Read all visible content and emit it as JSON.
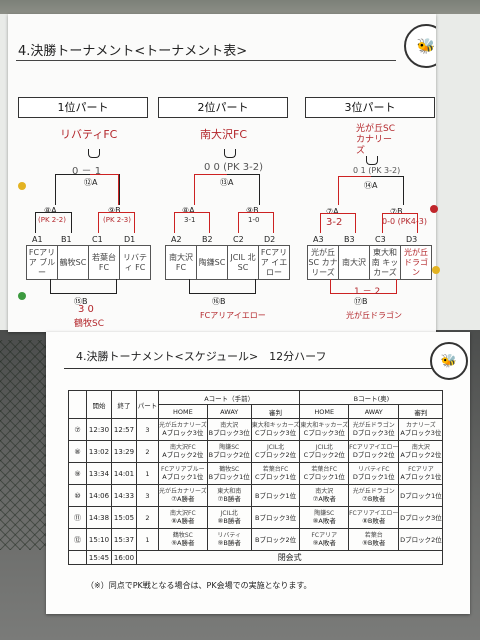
{
  "bracket_sheet": {
    "title": "4.決勝トーナメント<トーナメント表>",
    "parts": [
      {
        "label": "1位パート",
        "winner": "リバティFC",
        "final_score": "0 － 1",
        "final_match": "⑫A",
        "semi_left": {
          "match": "⑧A",
          "score": "(PK 2-2)"
        },
        "semi_right": {
          "match": "⑨B",
          "score": "(PK 2-3)"
        },
        "teams": [
          {
            "slot": "A1",
            "name": "FCアリア ブルー"
          },
          {
            "slot": "B1",
            "name": "鶴牧SC"
          },
          {
            "slot": "C1",
            "name": "若葉台FC"
          },
          {
            "slot": "D1",
            "name": "リバティ FC"
          }
        ],
        "third": {
          "match": "⑮B",
          "score": "3 0",
          "team": "鶴牧SC"
        }
      },
      {
        "label": "2位パート",
        "winner": "南大沢FC",
        "final_score": "0 0 (PK 3-2)",
        "final_match": "⑬A",
        "semi_left": {
          "match": "⑧A",
          "score": "3-1"
        },
        "semi_right": {
          "match": "⑨B",
          "score": "1-0"
        },
        "teams": [
          {
            "slot": "A2",
            "name": "南大沢 FC"
          },
          {
            "slot": "B2",
            "name": "陶鎌SC"
          },
          {
            "slot": "C2",
            "name": "JCIL 北SC"
          },
          {
            "slot": "D2",
            "name": "FCアリア イエロー"
          }
        ],
        "third": {
          "match": "⑯B",
          "score": "",
          "team": "FCアリアイエロー"
        }
      },
      {
        "label": "3位パート",
        "winner": "光が丘SC カナリーズ",
        "final_score": "0 1 (PK 3-2)",
        "final_match": "⑭A",
        "semi_left": {
          "match": "⑦A",
          "score": "3-2"
        },
        "semi_right": {
          "match": "⑦B",
          "score": "0-0 (PK4-3)"
        },
        "teams": [
          {
            "slot": "A3",
            "name": "光が丘SC カナリーズ"
          },
          {
            "slot": "B3",
            "name": "南大沢"
          },
          {
            "slot": "C3",
            "name": "東大和南 キッカーズ"
          },
          {
            "slot": "D3",
            "name": "光が丘 ドラゴン"
          }
        ],
        "third": {
          "match": "⑰B",
          "score": "1 － 2",
          "team": "光が丘ドラゴン"
        }
      }
    ]
  },
  "schedule_sheet": {
    "title": "4.決勝トーナメント<スケジュール>　12分ハーフ",
    "headers": {
      "start": "開始",
      "end": "終了",
      "part": "パート",
      "court_a": "Aコート（手前）",
      "court_b": "Bコート(奥)",
      "home": "HOME",
      "away": "AWAY",
      "referee": "審判"
    },
    "rows": [
      {
        "no": "⑦",
        "start": "12:30",
        "end": "12:57",
        "part": "3",
        "a_home": "Aブロック3位",
        "a_home_hw": "光が丘カナリーズ",
        "a_away": "Bブロック3位",
        "a_away_hw": "南大沢",
        "a_ref": "Cブロック3位",
        "a_ref_hw": "東大和キッカーズ",
        "b_home": "Cブロック3位",
        "b_home_hw": "東大和キッカーズ",
        "b_away": "Dブロック3位",
        "b_away_hw": "光が丘ドラゴン",
        "b_ref": "Aブロック3位",
        "b_ref_hw": "カナリーズ"
      },
      {
        "no": "⑧",
        "start": "13:02",
        "end": "13:29",
        "part": "2",
        "a_home": "Aブロック2位",
        "a_home_hw": "南大沢FC",
        "a_away": "Bブロック2位",
        "a_away_hw": "陶鎌SC",
        "a_ref": "Cブロック2位",
        "a_ref_hw": "JCIL北",
        "b_home": "Cブロック2位",
        "b_home_hw": "JCIL北",
        "b_away": "Dブロック2位",
        "b_away_hw": "FCアリアイエロー",
        "b_ref": "Aブロック2位",
        "b_ref_hw": "南大沢"
      },
      {
        "no": "⑨",
        "start": "13:34",
        "end": "14:01",
        "part": "1",
        "a_home": "Aブロック1位",
        "a_home_hw": "FCアリアブルー",
        "a_away": "Bブロック1位",
        "a_away_hw": "鶴牧SC",
        "a_ref": "Cブロック1位",
        "a_ref_hw": "若葉台FC",
        "b_home": "Cブロック1位",
        "b_home_hw": "若葉台FC",
        "b_away": "Dブロック1位",
        "b_away_hw": "リバティFC",
        "b_ref": "Aブロック1位",
        "b_ref_hw": "FCアリア"
      },
      {
        "no": "⑩",
        "start": "14:06",
        "end": "14:33",
        "part": "3",
        "a_home": "⑦A勝者",
        "a_home_hw": "光が丘カナリーズ",
        "a_away": "⑦B勝者",
        "a_away_hw": "東大和南",
        "a_ref": "Bブロック1位",
        "a_ref_hw": "",
        "b_home": "⑦A敗者",
        "b_home_hw": "南大沢",
        "b_away": "⑦B敗者",
        "b_away_hw": "光が丘ドラゴン",
        "b_ref": "Dブロック1位",
        "b_ref_hw": ""
      },
      {
        "no": "⑪",
        "start": "14:38",
        "end": "15:05",
        "part": "2",
        "a_home": "⑧A勝者",
        "a_home_hw": "南大沢FC",
        "a_away": "⑧B勝者",
        "a_away_hw": "JCIL北",
        "a_ref": "Bブロック3位",
        "a_ref_hw": "",
        "b_home": "⑧A敗者",
        "b_home_hw": "陶鎌SC",
        "b_away": "⑧B敗者",
        "b_away_hw": "FCアリアイエロー",
        "b_ref": "Dブロック3位",
        "b_ref_hw": ""
      },
      {
        "no": "⑫",
        "start": "15:10",
        "end": "15:37",
        "part": "1",
        "a_home": "⑨A勝者",
        "a_home_hw": "鶴牧SC",
        "a_away": "⑨B勝者",
        "a_away_hw": "リバティ",
        "a_ref": "Bブロック2位",
        "a_ref_hw": "",
        "b_home": "⑨A敗者",
        "b_home_hw": "FCアリア",
        "b_away": "⑨B敗者",
        "b_away_hw": "若葉台",
        "b_ref": "Dブロック2位",
        "b_ref_hw": ""
      }
    ],
    "closing": {
      "start": "15:45",
      "end": "16:00",
      "label": "閉会式"
    },
    "note": "（※）同点でPK戦となる場合は、PK会場での実施となります。"
  }
}
